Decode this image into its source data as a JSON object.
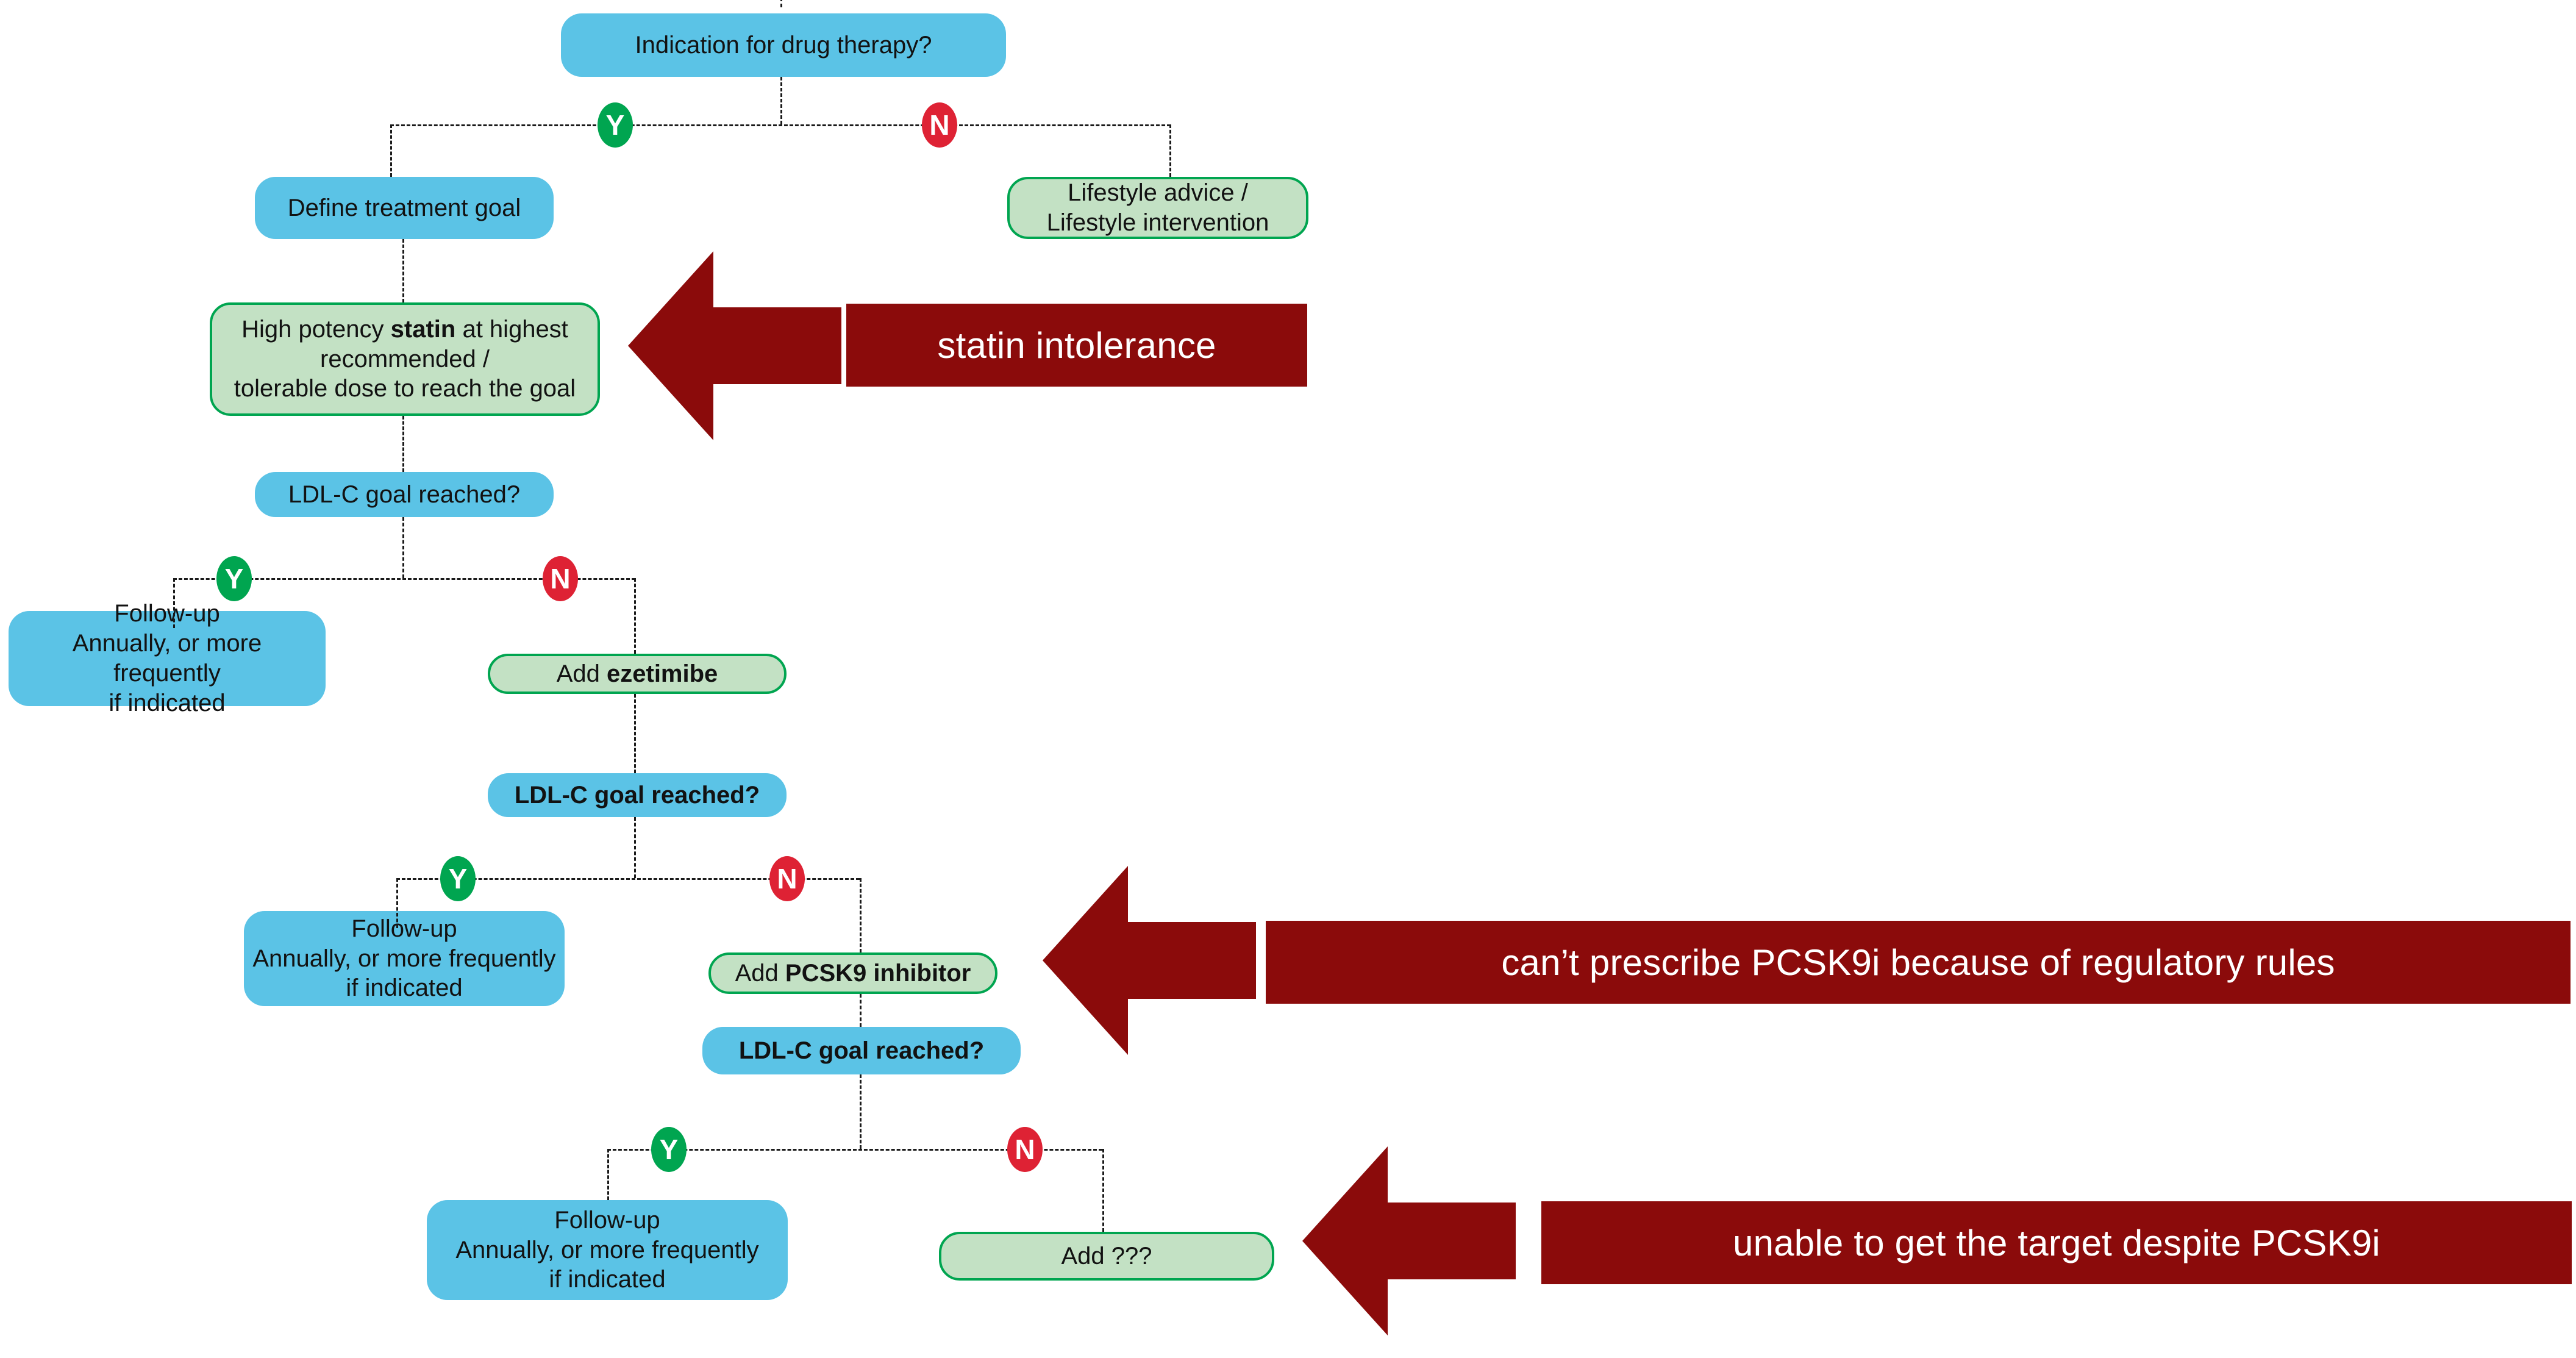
{
  "diagram": {
    "title": "Lipid-lowering treatment algorithm with clinical gaps",
    "palette": {
      "decision_fill": "#5BC3E6",
      "action_fill": "#C3E1C4",
      "action_border": "#00A550",
      "yes_badge": "#00A550",
      "no_badge": "#DE2234",
      "callout": "#8B0B0B",
      "callout_text": "#FFFFFF",
      "connector": "#1A1A1A",
      "background": "#FFFFFF"
    },
    "nodes": [
      {
        "id": "indication",
        "type": "decision",
        "text": "Indication for drug therapy?"
      },
      {
        "id": "lifestyle",
        "type": "action",
        "text": "Lifestyle advice /\nLifestyle intervention"
      },
      {
        "id": "define-goal",
        "type": "decision",
        "text": "Define treatment goal"
      },
      {
        "id": "statin",
        "type": "action",
        "text_pre": "High potency ",
        "text_bold": "statin",
        "text_post": " at highest\nrecommended /\ntolerable dose to reach the goal"
      },
      {
        "id": "ldl-check-1",
        "type": "decision",
        "text": "LDL-C goal reached?"
      },
      {
        "id": "followup-1",
        "type": "decision",
        "text": "Follow-up\nAnnually, or more frequently\nif indicated"
      },
      {
        "id": "add-ezetimibe",
        "type": "action",
        "text_pre": "Add ",
        "text_bold": "ezetimibe",
        "text_post": ""
      },
      {
        "id": "ldl-check-2",
        "type": "decision",
        "text": "LDL-C goal reached?"
      },
      {
        "id": "followup-2",
        "type": "decision",
        "text": "Follow-up\nAnnually, or more frequently\nif indicated"
      },
      {
        "id": "add-pcsk9",
        "type": "action",
        "text_pre": "Add ",
        "text_bold": "PCSK9 inhibitor",
        "text_post": ""
      },
      {
        "id": "ldl-check-3",
        "type": "decision",
        "text": "LDL-C goal reached?"
      },
      {
        "id": "followup-3",
        "type": "decision",
        "text": "Follow-up\nAnnually, or more frequently\nif indicated"
      },
      {
        "id": "add-unknown",
        "type": "action",
        "text_pre": "Add ",
        "text_bold": "",
        "text_post": "    ???"
      }
    ],
    "badges": [
      {
        "id": "b1",
        "label": "Y"
      },
      {
        "id": "b2",
        "label": "N"
      },
      {
        "id": "b3",
        "label": "Y"
      },
      {
        "id": "b4",
        "label": "N"
      },
      {
        "id": "b5",
        "label": "Y"
      },
      {
        "id": "b6",
        "label": "N"
      },
      {
        "id": "b7",
        "label": "Y"
      },
      {
        "id": "b8",
        "label": "N"
      }
    ],
    "callouts": [
      {
        "id": "c1",
        "text": "statin intolerance"
      },
      {
        "id": "c2",
        "text": "can’t prescribe PCSK9i because of regulatory rules"
      },
      {
        "id": "c3",
        "text": "unable to get the target despite PCSK9i"
      }
    ]
  }
}
